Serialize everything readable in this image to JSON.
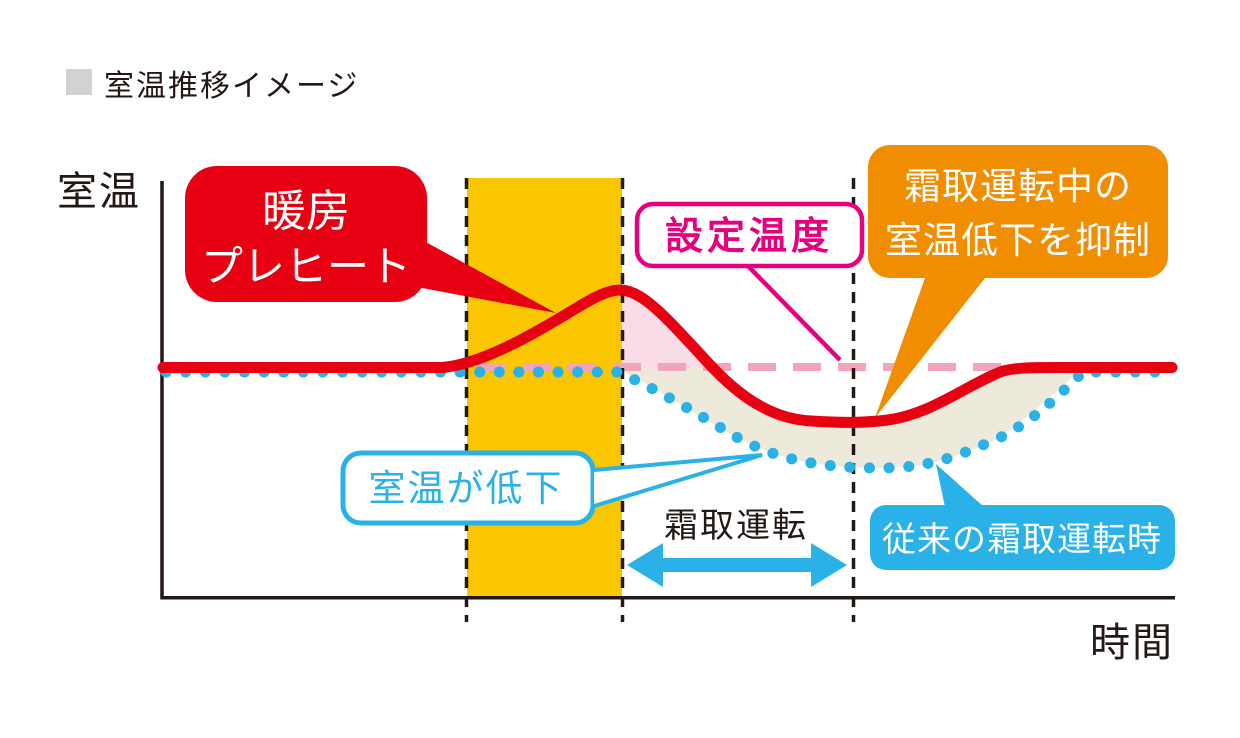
{
  "header": {
    "title": "室温推移イメージ"
  },
  "chart": {
    "y_axis_label": "室温",
    "x_axis_label": "時間",
    "defrost_period_label": "霜取運転"
  },
  "callouts": {
    "preheat": {
      "line1": "暖房",
      "line2": "プレヒート"
    },
    "set_temperature": {
      "label": "設定温度"
    },
    "suppression": {
      "line1": "霜取運転中の",
      "line2": "室温低下を抑制"
    },
    "temperature_drop": {
      "label": "室温が低下"
    },
    "conventional_defrost": {
      "label": "従来の霜取運転時"
    }
  },
  "colors": {
    "red": "#e60012",
    "blue": "#29b1e8",
    "yellow_band": "#f9c600",
    "orange": "#f18d00",
    "magenta": "#e6007e",
    "pink_dashed_line": "#f2a5b8",
    "pink_fill": "#fadce8",
    "beige_fill": "#edeadb",
    "ink": "#231815",
    "title_square": "#d2d2d3"
  }
}
